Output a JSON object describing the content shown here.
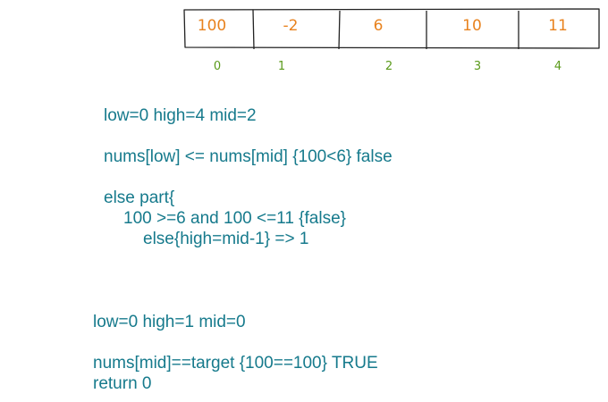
{
  "array": {
    "values": [
      "100",
      "-2",
      "6",
      "10",
      "11"
    ],
    "indices": [
      "0",
      "1",
      "2",
      "3",
      "4"
    ]
  },
  "colors": {
    "value_text": "#e8821e",
    "index_text": "#5a9a1a",
    "note_text": "#167a8c",
    "box_stroke": "#222222"
  },
  "notes": {
    "step1": {
      "line1": "low=0 high=4 mid=2",
      "line2": "nums[low] <= nums[mid] {100<6} false",
      "line3": "else part{",
      "line4": "100 >=6 and 100 <=11 {false}",
      "line5": "else{high=mid-1} => 1"
    },
    "step2": {
      "line1": "low=0 high=1 mid=0",
      "line2": "nums[mid]==target {100==100} TRUE",
      "line3": "return 0"
    }
  }
}
